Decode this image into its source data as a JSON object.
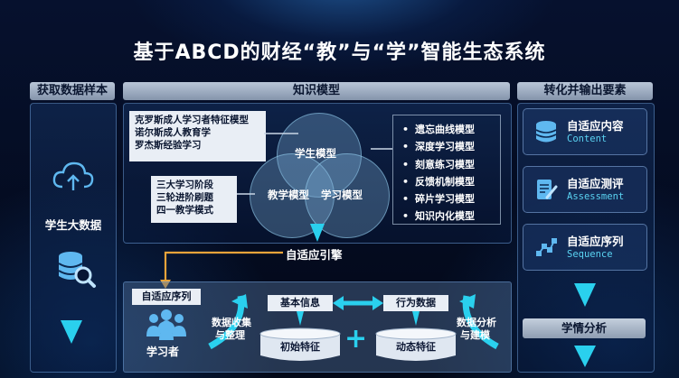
{
  "title": "基于ABCD的财经“教”与“学”智能生态系统",
  "headers": {
    "left": "获取数据样本",
    "middle": "知识模型",
    "right": "转化并输出要素"
  },
  "left": {
    "label": "学生大数据",
    "icons": [
      "cloud-icon",
      "database-search-icon",
      "arrow-down-icon"
    ]
  },
  "knowledge": {
    "theories": [
      "克罗斯成人学习者特征模型",
      "诺尔斯成人教育学",
      "罗杰斯经验学习"
    ],
    "modes": [
      "三大学习阶段",
      "三轮进阶刷题",
      "四一教学模式"
    ],
    "circles": [
      "学生模型",
      "教学模型",
      "学习模型"
    ],
    "models": [
      "遗忘曲线模型",
      "深度学习模型",
      "刻意练习模型",
      "反馈机制模型",
      "碎片学习模型",
      "知识内化模型"
    ]
  },
  "engine": "自适应引擎",
  "bottom": {
    "adaptive_seq": "自适应序列",
    "learner": "学习者",
    "collect": [
      "数据收集",
      "与整理"
    ],
    "basic_info": "基本信息",
    "behavior_data": "行为数据",
    "initial_features": "初始特征",
    "dynamic_features": "动态特征",
    "analysis": [
      "数据分析",
      "与建模"
    ],
    "plus": "+"
  },
  "right": {
    "items": [
      {
        "title": "自适应内容",
        "en": "Content",
        "icon": "database-icon"
      },
      {
        "title": "自适应测评",
        "en": "Assessment",
        "icon": "edit-document-icon"
      },
      {
        "title": "自适应序列",
        "en": "Sequence",
        "icon": "network-nodes-icon"
      }
    ],
    "analysis_label": "学情分析"
  },
  "colors": {
    "accent": "#2ad0ee",
    "header": "#9aa8bd",
    "orange": "#e8a33a",
    "dark": "#040a1e"
  }
}
